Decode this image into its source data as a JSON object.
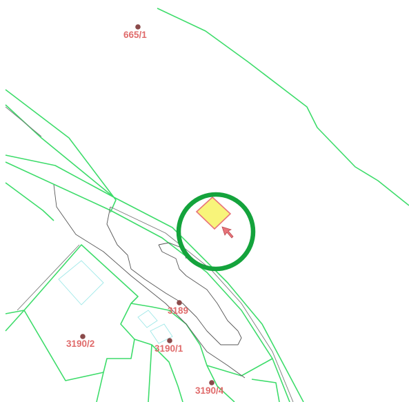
{
  "map": {
    "colors": {
      "parcel_boundary": "#3ddc6a",
      "contour": "#555555",
      "building": "#9fe8e8",
      "label": "#e06b6b",
      "marker_dot": "#8a4a4a",
      "highlight_circle": "#14a33c",
      "selected_fill": "#f8f47a",
      "selected_stroke": "#e8747a",
      "cursor": "#e8747a"
    },
    "icons": {
      "parcel_marker": "circle-dot",
      "cursor": "arrow-pointer"
    },
    "parcels": [
      {
        "id": "p665",
        "label": "665/1"
      },
      {
        "id": "p3189",
        "label": "3189"
      },
      {
        "id": "p3190_2",
        "label": "3190/2"
      },
      {
        "id": "p3190_1",
        "label": "3190/1"
      },
      {
        "id": "p3190_4",
        "label": "3190/4"
      }
    ]
  }
}
